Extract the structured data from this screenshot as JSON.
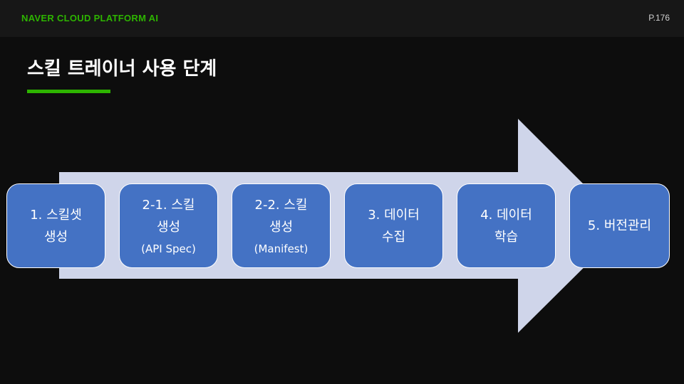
{
  "header": {
    "brand": "NAVER CLOUD PLATFORM  AI",
    "page_number": "P.176"
  },
  "slide": {
    "title": "스킬 트레이너 사용 단계"
  },
  "steps": [
    {
      "line1": "1. 스킬셋",
      "line2": "생성",
      "sub": ""
    },
    {
      "line1": "2-1. 스킬",
      "line2": "생성",
      "sub": "(API Spec)"
    },
    {
      "line1": "2-2. 스킬",
      "line2": "생성",
      "sub": "(Manifest)"
    },
    {
      "line1": "3. 데이터",
      "line2": "수집",
      "sub": ""
    },
    {
      "line1": "4. 데이터",
      "line2": "학습",
      "sub": ""
    },
    {
      "line1": "5. 버전관리",
      "line2": "",
      "sub": ""
    }
  ],
  "colors": {
    "accent_green": "#2db400",
    "step_fill": "#4472c4",
    "arrow_fill": "#cfd5ea",
    "background": "#0d0d0d"
  }
}
